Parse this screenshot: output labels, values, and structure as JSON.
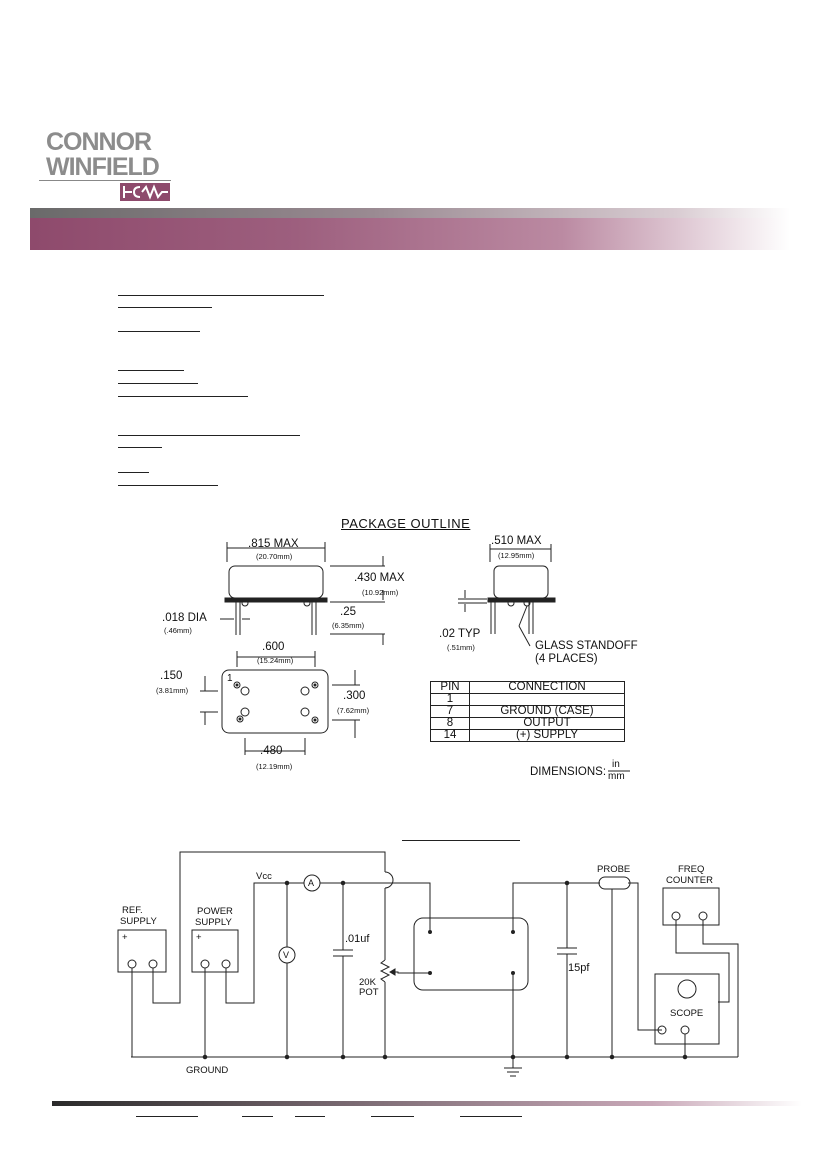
{
  "logo": {
    "line1": "CONNOR",
    "line2": "WINFIELD",
    "mark": "CW"
  },
  "package": {
    "title": "PACKAGE OUTLINE",
    "width_max": ".815 MAX",
    "width_max_mm": "(20.70mm)",
    "height_max": ".430 MAX",
    "height_max_mm": "(10.92mm)",
    "pin_dia": ".018 DIA",
    "pin_dia_mm": "(.46mm)",
    "pin_len": ".25",
    "pin_len_mm": "(6.35mm)",
    "side_width": ".510 MAX",
    "side_width_mm": "(12.95mm)",
    "standoff_gap": ".02 TYP",
    "standoff_gap_mm": "(.51mm)",
    "glass_standoff": "GLASS STANDOFF",
    "glass_places": "(4 PLACES)",
    "pin_spacing": ".600",
    "pin_spacing_mm": "(15.24mm)",
    "row_offset": ".150",
    "row_offset_mm": "(3.81mm)",
    "row_spacing": ".300",
    "row_spacing_mm": "(7.62mm)",
    "bottom_spacing": ".480",
    "bottom_spacing_mm": "(12.19mm)",
    "pin1_label": "1",
    "dimensions_label": "DIMENSIONS:",
    "dim_num": "in",
    "dim_den": "mm"
  },
  "pin_table": {
    "headers": [
      "PIN",
      "CONNECTION"
    ],
    "rows": [
      [
        "1",
        ""
      ],
      [
        "7",
        "GROUND (CASE)"
      ],
      [
        "8",
        "OUTPUT"
      ],
      [
        "14",
        "(+) SUPPLY"
      ]
    ]
  },
  "circuit": {
    "vcc": "Vcc",
    "ammeter": "A",
    "voltmeter": "V",
    "ref_supply_1": "REF.",
    "ref_supply_2": "SUPPLY",
    "power_supply_1": "POWER",
    "power_supply_2": "SUPPLY",
    "plus": "+",
    "cap1": ".01uf",
    "pot_1": "20K",
    "pot_2": "POT",
    "cap2": "15pf",
    "probe": "PROBE",
    "freq_1": "FREQ",
    "freq_2": "COUNTER",
    "scope": "SCOPE",
    "ground": "GROUND"
  }
}
